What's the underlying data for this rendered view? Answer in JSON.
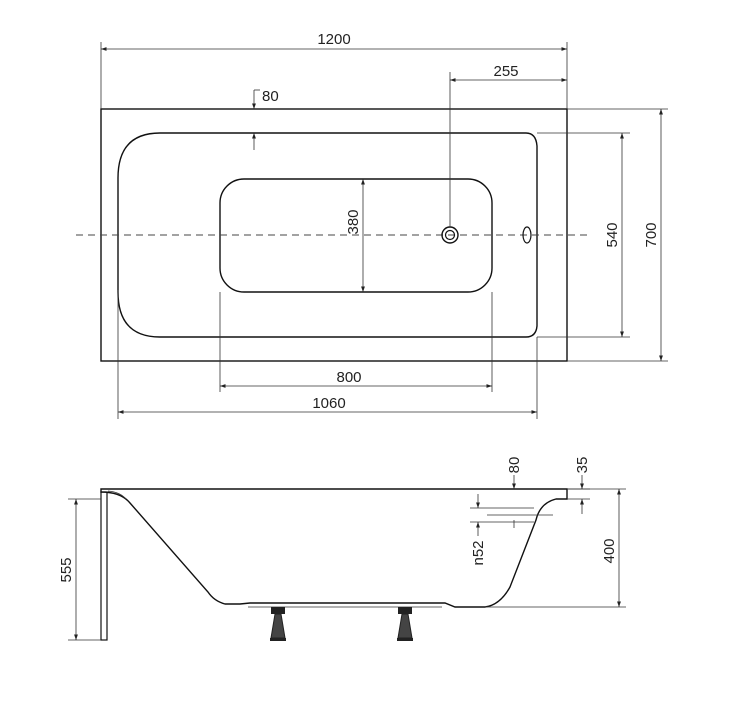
{
  "dimensions": {
    "length": "1200",
    "drain_offset": "255",
    "rim_width_top": "80",
    "inner_width_bottom": "380",
    "inner_width": "540",
    "overall_width": "700",
    "bottom_length": "800",
    "inner_length": "1060",
    "side_height": "555",
    "rim_width_side": "80",
    "rim_edge": "35",
    "overflow_diameter": "n52",
    "depth": "400"
  },
  "colors": {
    "line": "#222222",
    "background": "#ffffff"
  }
}
